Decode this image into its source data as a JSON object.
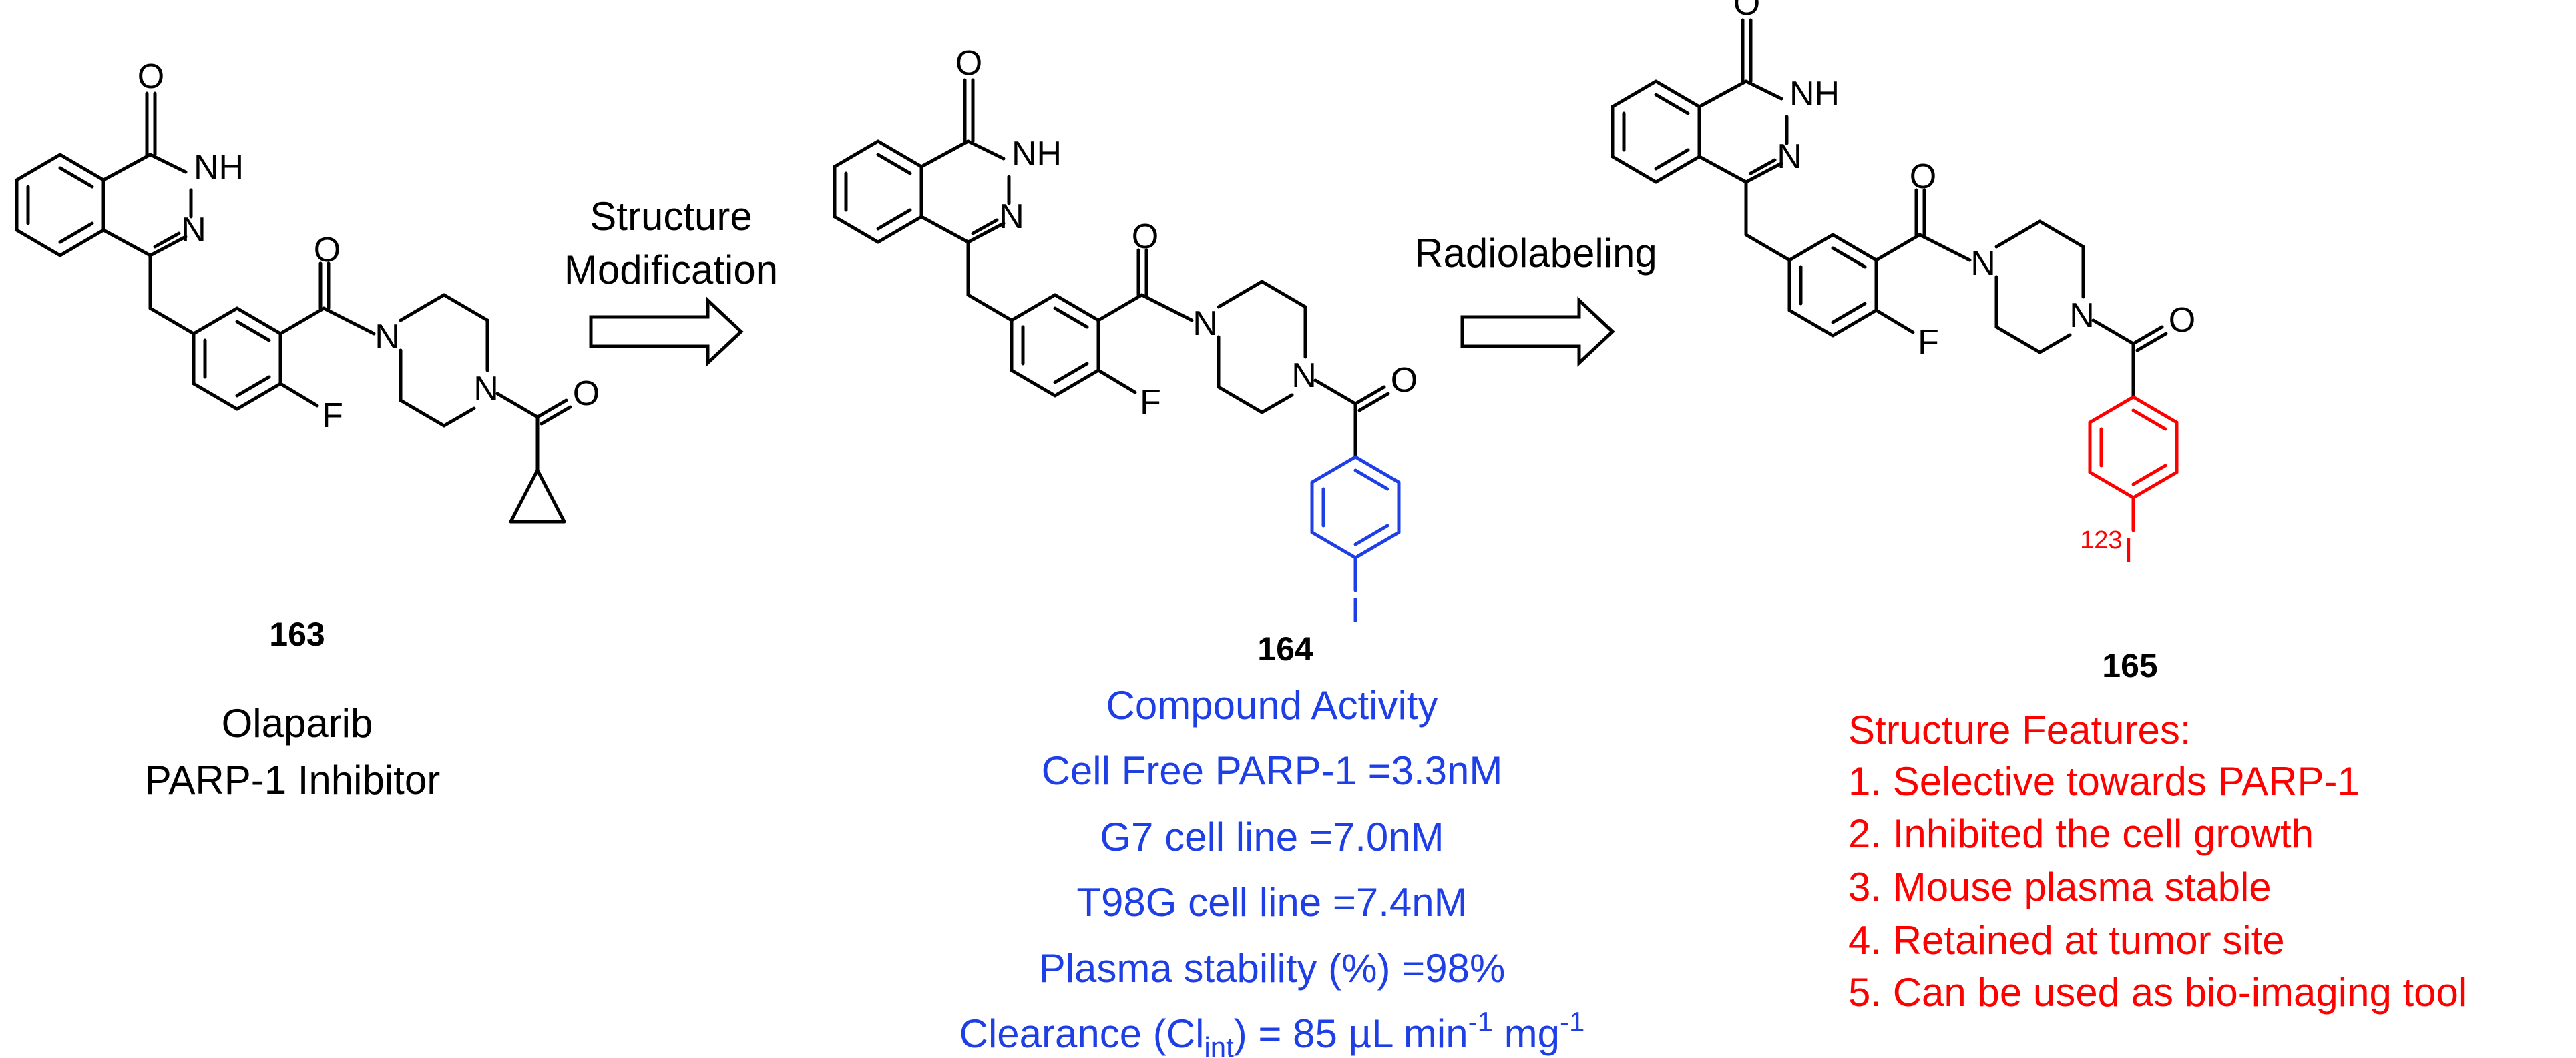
{
  "colors": {
    "structure": "#000000",
    "modification": "#1f3fe6",
    "radiolabel": "#ff0000"
  },
  "atoms": {
    "O": "O",
    "NH": "NH",
    "N": "N",
    "F": "F",
    "I": "I",
    "I123_mass": "123",
    "I123_symbol": "I"
  },
  "steps": {
    "step1_line1": "Structure",
    "step1_line2": "Modification",
    "step2": "Radiolabeling"
  },
  "compounds": {
    "c163": {
      "number": "163",
      "name": "Olaparib",
      "desc": "PARP-1 Inhibitor"
    },
    "c164": {
      "number": "164",
      "activity_title": "Compound Activity",
      "activities": [
        "Cell Free PARP-1 =3.3nM",
        "G7 cell line =7.0nM",
        "T98G cell line =7.4nM",
        "Plasma stability (%) =98%"
      ],
      "clearance": {
        "prefix": "Clearance (Cl",
        "sub": "int",
        "mid": ") = 85 µL min",
        "sup1": "-1",
        "mid2": " mg",
        "sup2": "-1"
      }
    },
    "c165": {
      "number": "165",
      "features_title": "Structure Features:",
      "features": [
        "1. Selective towards PARP-1",
        "2. Inhibited the cell growth",
        "3. Mouse plasma stable",
        "4. Retained at tumor site",
        "5. Can be used as bio-imaging tool"
      ]
    }
  }
}
